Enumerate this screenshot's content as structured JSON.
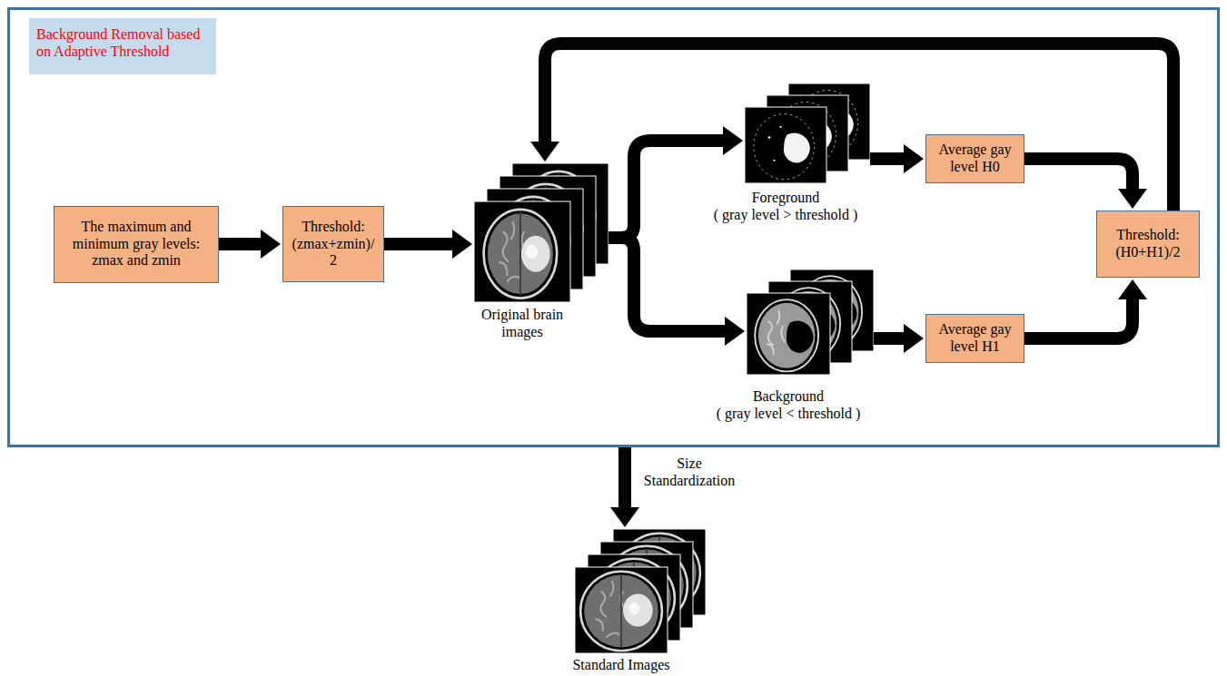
{
  "diagram": {
    "nodes": [
      {
        "text": [
          "Background Removal based on Adaptive Threshold"
        ]
      },
      {
        "text": [
          "The maximum and minimum gray levels: zmax and zmin"
        ],
        "in": 0
      },
      {
        "text": [
          "Threshold: (zmax+zmin)/ 2"
        ],
        "in": 0
      },
      {
        "text": [
          "Original brain images"
        ],
        "in": 0
      },
      {
        "text": [
          "Foreground",
          "( gray level > threshold )"
        ],
        "in": 0
      },
      {
        "text": [
          "Average gay level H0"
        ],
        "in": 0
      },
      {
        "text": [
          "Background",
          "( gray level < threshold )"
        ],
        "in": 0
      },
      {
        "text": [
          "Average gay level H1"
        ],
        "in": 0
      },
      {
        "text": [
          "Threshold: (H0+H1)/2"
        ],
        "in": 0
      },
      {
        "text": [
          "Standard Images"
        ]
      }
    ],
    "edges": [
      {
        "from": 1,
        "to": 2,
        "arrow": "to"
      },
      {
        "from": 2,
        "to": 3,
        "arrow": "to"
      },
      {
        "from": 3,
        "to": 4,
        "arrow": "to"
      },
      {
        "from": 3,
        "to": 6,
        "arrow": "to"
      },
      {
        "from": 4,
        "to": 5,
        "arrow": "to"
      },
      {
        "from": 6,
        "to": 7,
        "arrow": "to"
      },
      {
        "from": 5,
        "to": 8,
        "arrow": "to"
      },
      {
        "from": 7,
        "to": 8,
        "arrow": "to"
      },
      {
        "from": 8,
        "to": 3,
        "arrow": "to"
      },
      {
        "from": 0,
        "to": 9,
        "label": "Size Standardization",
        "arrow": "to"
      }
    ]
  }
}
